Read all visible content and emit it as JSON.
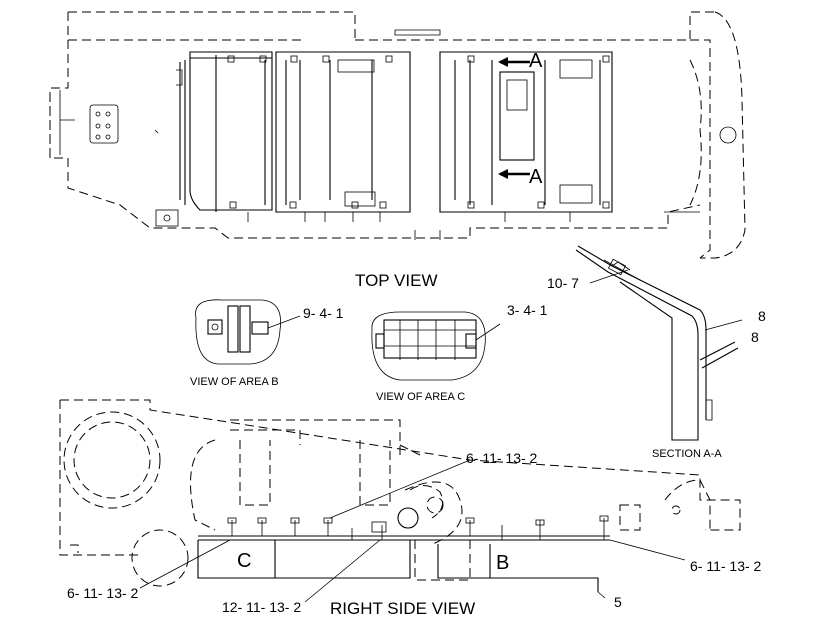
{
  "views": {
    "top_view": "TOP VIEW",
    "right_side_view": "RIGHT SIDE VIEW",
    "view_area_b": "VIEW OF AREA B",
    "view_area_c": "VIEW OF AREA C",
    "section_aa": "SECTION A-A"
  },
  "section_letters": {
    "a_top": "A",
    "a_bottom": "A",
    "c": "C",
    "b": "B"
  },
  "callouts": {
    "c_10_7": "10- 7",
    "c_9_4_1": "9- 4- 1",
    "c_3_4_1": "3- 4- 1",
    "c_8_upper": "8",
    "c_8_lower": "8",
    "c_6_11_13_2_top": "6- 11- 13- 2",
    "c_6_11_13_2_right": "6- 11- 13- 2",
    "c_6_11_13_2_left": "6- 11- 13- 2",
    "c_12_11_13_2": "12- 11- 13- 2",
    "c_5": "5"
  }
}
